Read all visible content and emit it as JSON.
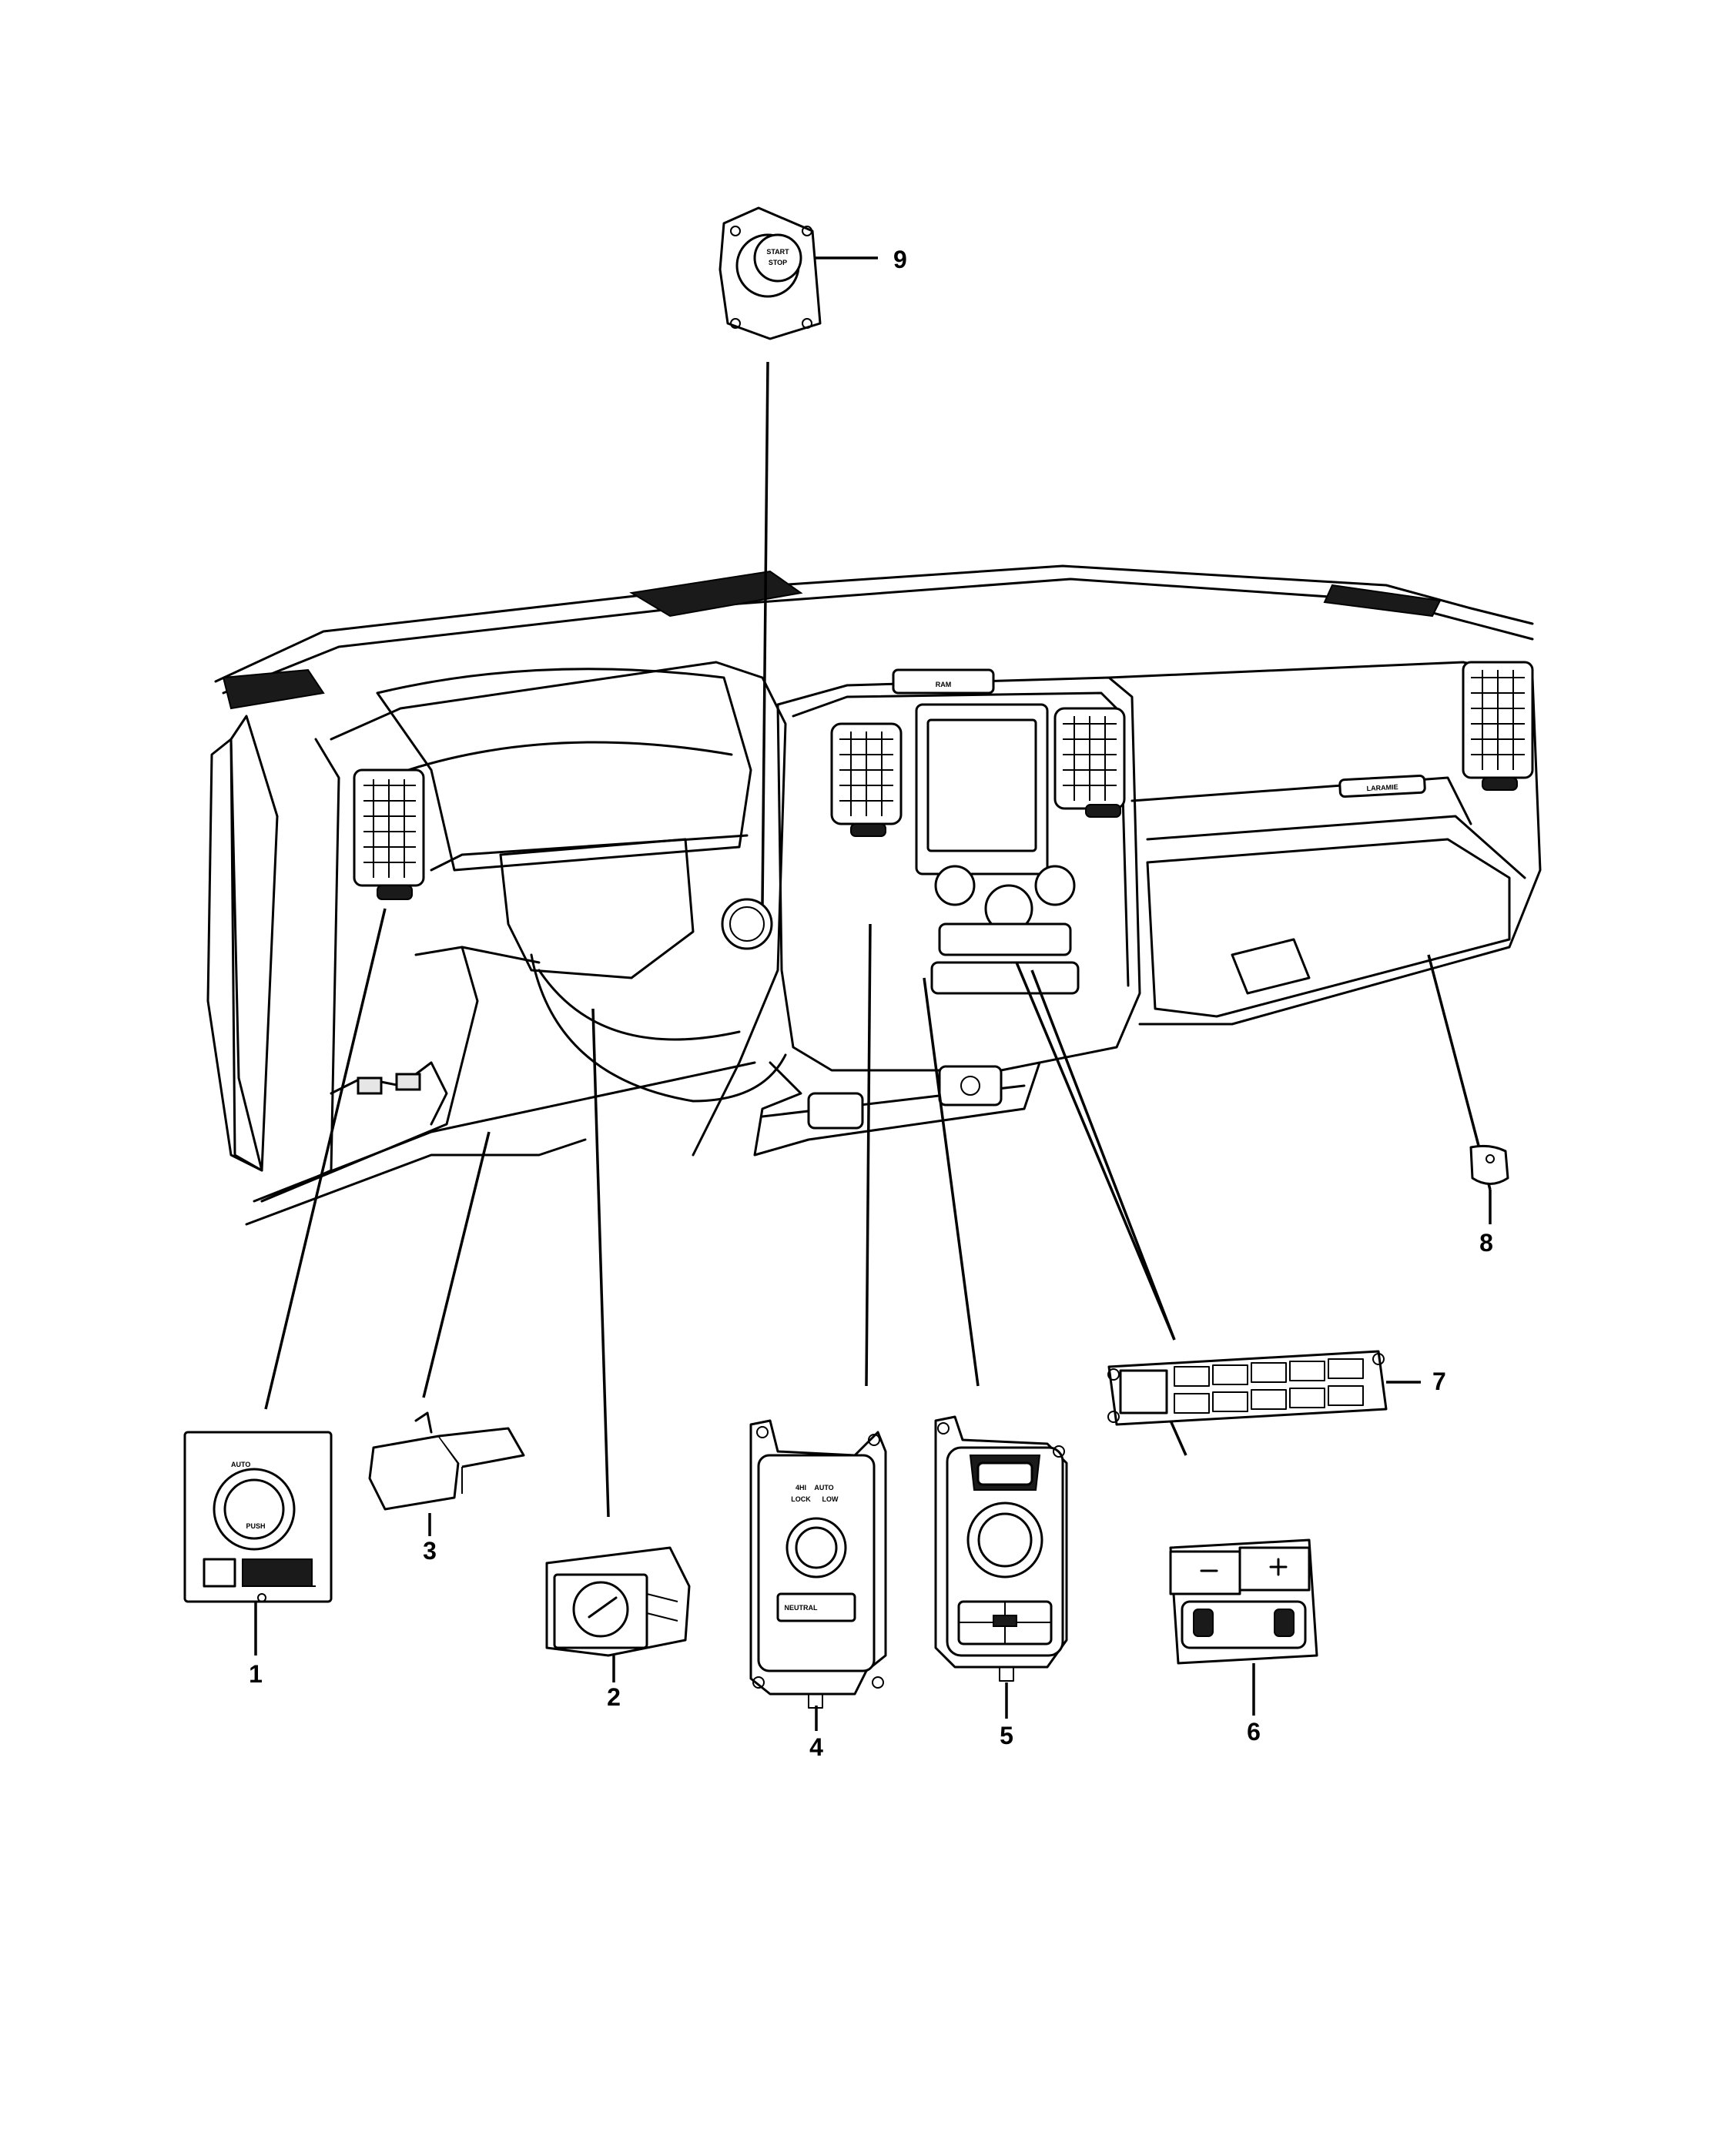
{
  "callouts": [
    {
      "id": 1,
      "label": "1",
      "part": "headlamp-switch"
    },
    {
      "id": 2,
      "label": "2",
      "part": "dimmer-switch"
    },
    {
      "id": 3,
      "label": "3",
      "part": "connector-bracket"
    },
    {
      "id": 4,
      "label": "4",
      "part": "transfer-case-switch"
    },
    {
      "id": 5,
      "label": "5",
      "part": "rotary-shifter"
    },
    {
      "id": 6,
      "label": "6",
      "part": "adjustable-pedal-switch"
    },
    {
      "id": 7,
      "label": "7",
      "part": "switch-bank"
    },
    {
      "id": 8,
      "label": "8",
      "part": "plug"
    },
    {
      "id": 9,
      "label": "9",
      "part": "ignition-start-switch"
    }
  ],
  "part_text": {
    "dash_logo": "RAM",
    "dash_badge": "LARAMIE",
    "headlamp_auto": "AUTO",
    "headlamp_push": "PUSH",
    "tcase_4hi": "4HI",
    "tcase_auto": "AUTO",
    "tcase_lock": "LOCK",
    "tcase_low": "LOW",
    "tcase_neutral": "NEUTRAL",
    "start_line1": "START",
    "start_line2": "STOP"
  }
}
